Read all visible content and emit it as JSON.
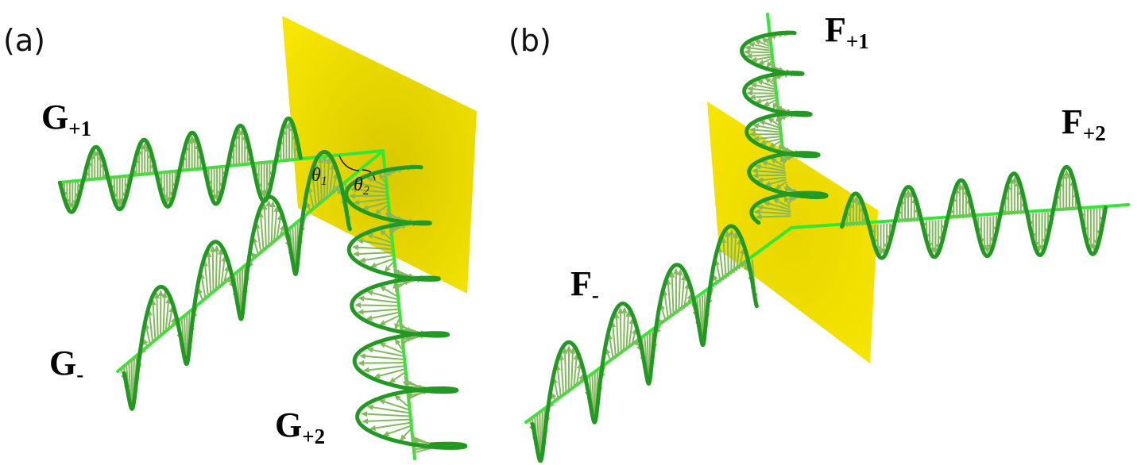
{
  "panels": [
    {
      "id": "a",
      "label": "(a)",
      "beams": [
        {
          "id": "G+1",
          "base": "G",
          "sub": "+1"
        },
        {
          "id": "G-",
          "base": "G",
          "sub": "-"
        },
        {
          "id": "G+2",
          "base": "G",
          "sub": "+2"
        }
      ],
      "angles": [
        {
          "base": "θ",
          "sub": "1"
        },
        {
          "base": "θ",
          "sub": "2"
        }
      ]
    },
    {
      "id": "b",
      "label": "(b)",
      "beams": [
        {
          "id": "F+1",
          "base": "F",
          "sub": "+1"
        },
        {
          "id": "F+2",
          "base": "F",
          "sub": "+2"
        },
        {
          "id": "F-",
          "base": "F",
          "sub": "-"
        }
      ]
    }
  ],
  "colors": {
    "plane": "#f5e400",
    "plane_shade": "#d9c600",
    "axis": "#33e833",
    "helix": "#229922",
    "arrows": "#83b85e"
  }
}
